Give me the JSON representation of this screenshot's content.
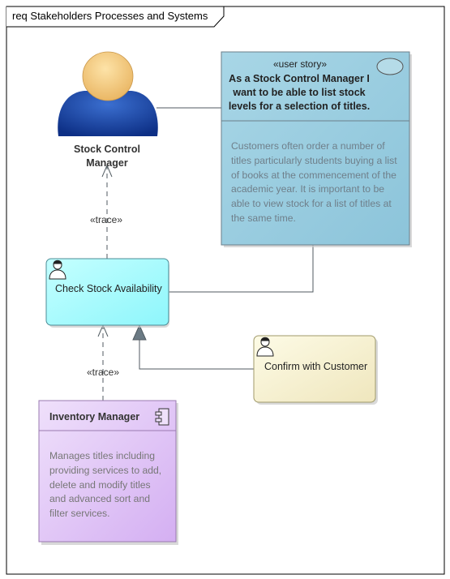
{
  "frame": {
    "title": "req Stakeholders Processes and Systems"
  },
  "actor": {
    "name_line1": "Stock Control",
    "name_line2": "Manager"
  },
  "user_story": {
    "stereotype": "«user story»",
    "title_line1": "As a Stock Control Manager I",
    "title_line2": "want to be able to list stock",
    "title_line3": "levels for a selection of titles.",
    "body_line1": "Customers often order a number of",
    "body_line2": "titles particularly students buying a list",
    "body_line3": "of books at the commencement of the",
    "body_line4": "academic year. It is important to be",
    "body_line5": "able to view stock for a list of titles at",
    "body_line6": "the same time.",
    "fill_color": "#9fd0e0"
  },
  "check_stock": {
    "label": "Check Stock Availability",
    "fill_color": "#a9fdfd"
  },
  "confirm": {
    "label": "Confirm with Customer",
    "fill_color": "#f7f3d0"
  },
  "component": {
    "title": "Inventory Manager",
    "body_line1": "Manages titles including",
    "body_line2": "providing services to add,",
    "body_line3": "delete and modify titles",
    "body_line4": "and advanced sort and",
    "body_line5": "filter services.",
    "fill_color": "#e3c9f7"
  },
  "connectors": {
    "trace_label_1": "«trace»",
    "trace_label_2": "«trace»"
  }
}
